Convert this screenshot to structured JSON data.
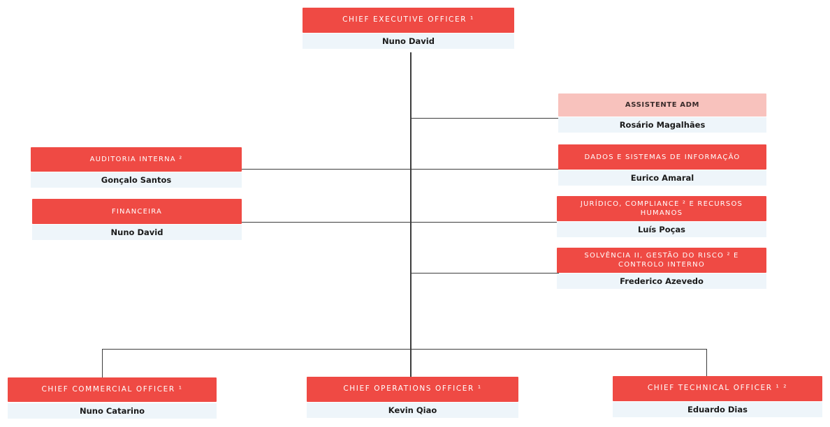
{
  "colors": {
    "box": "#ef4a44",
    "box_light": "#f8c2bd",
    "line": "#3c3c3c",
    "holder_bg": "#eef5fa"
  },
  "ceo": {
    "title": "Chief Executive Officer ¹",
    "holder": "Nuno David"
  },
  "right_units": [
    {
      "title": "Assistente ADM",
      "holder": "Rosário Magalhães"
    },
    {
      "title": "Dados e Sistemas de Informação",
      "holder": "Eurico Amaral"
    },
    {
      "title": "Jurídico, Compliance ² e Recursos Humanos",
      "holder": "Luís Poças"
    },
    {
      "title": "Solvência II, Gestão do Risco ² e Controlo Interno",
      "holder": "Frederico Azevedo"
    }
  ],
  "left_units": [
    {
      "title": "Auditoria Interna ²",
      "holder": "Gonçalo Santos"
    },
    {
      "title": "Financeira",
      "holder": "Nuno David"
    }
  ],
  "officers": [
    {
      "title": "Chief Commercial Officer ¹",
      "holder": "Nuno Catarino"
    },
    {
      "title": "Chief Operations Officer ¹",
      "holder": "Kevin Qiao"
    },
    {
      "title": "Chief Technical Officer ¹ ²",
      "holder": "Eduardo Dias"
    }
  ]
}
